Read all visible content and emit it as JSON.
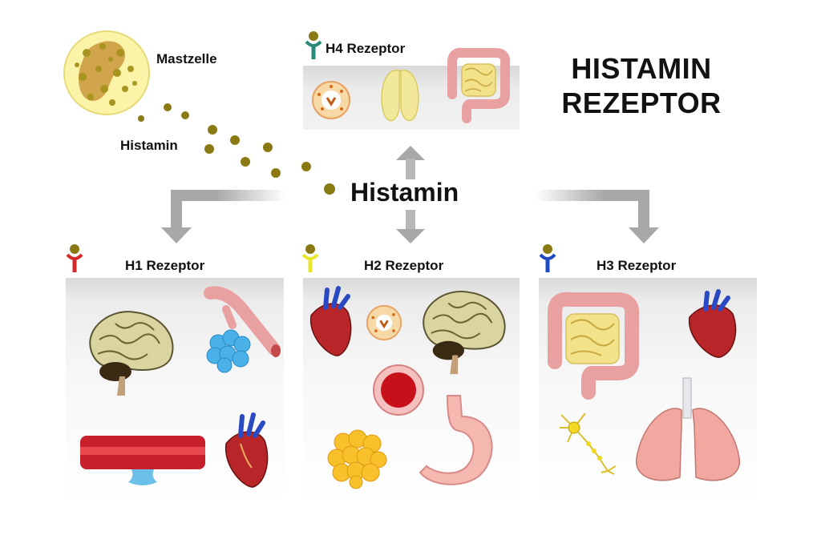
{
  "title_line1": "HISTAMIN",
  "title_line2": "REZEPTOR",
  "center_label": "Histamin",
  "mast_cell_label": "Mastzelle",
  "histamine_label": "Histamin",
  "receptors": {
    "h1": {
      "label": "H1 Rezeptor",
      "color": "#d62828"
    },
    "h2": {
      "label": "H2 Rezeptor",
      "color": "#e8e62a"
    },
    "h3": {
      "label": "H3 Rezeptor",
      "color": "#1f49c4"
    },
    "h4": {
      "label": "H4 Rezeptor",
      "color": "#2a8a7a"
    }
  },
  "colors": {
    "histamine_ball": "#8a7a14",
    "arrow": "#a8a8a8"
  }
}
